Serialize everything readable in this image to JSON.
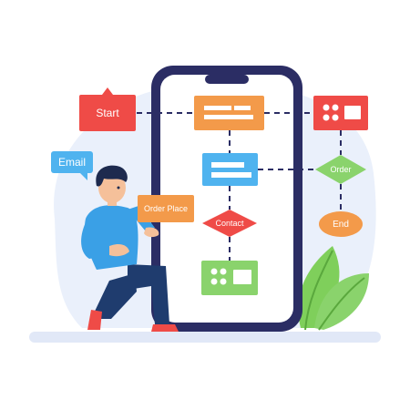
{
  "labels": {
    "email": "Email",
    "start": "Start",
    "order_place": "Order Place",
    "contact": "Contact",
    "order": "Order",
    "end": "End"
  },
  "colors": {
    "background_blob": "#eaf0fb",
    "floor": "#e1e8f7",
    "phone_frame": "#2b2d64",
    "phone_screen": "#ffffff",
    "orange": "#f39a4a",
    "red": "#ef4b47",
    "blue": "#4fb3ef",
    "green": "#8ad36c",
    "leaf": "#7fcf5b",
    "shirt": "#3aa0e6",
    "pants": "#1f3c6e",
    "hair": "#1d2a4e",
    "skin": "#f5c09a",
    "connector": "#2b2d64"
  },
  "icons": [
    "email-bubble-icon",
    "plant-leaf-icon",
    "grid-dots-icon"
  ]
}
